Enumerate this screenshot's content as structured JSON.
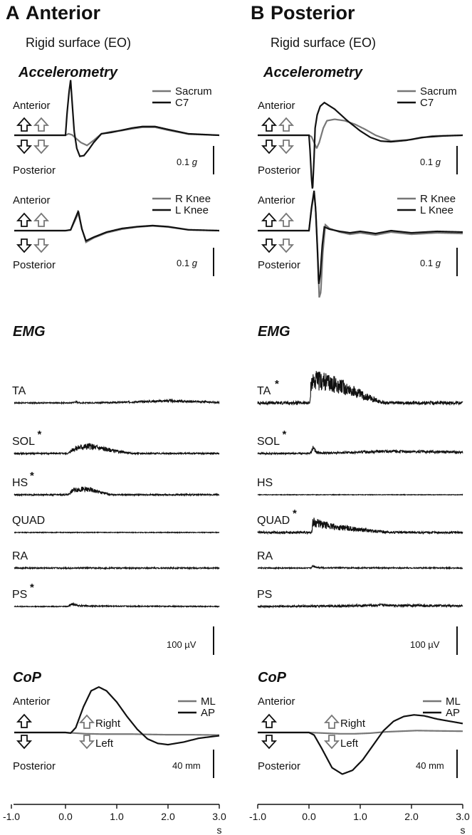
{
  "panels": [
    {
      "letter": "A",
      "title": "Anterior",
      "subtitle": "Rigid surface (EO)",
      "accel_title": "Accelerometry",
      "trunk_legend": [
        "Sacrum",
        "C7"
      ],
      "knee_legend": [
        "R Knee",
        "L Knee"
      ],
      "dir_up": "Anterior",
      "dir_down": "Posterior",
      "accel_scale": "0.1",
      "accel_unit": "g",
      "emg_title": "EMG",
      "muscles": [
        {
          "name": "TA",
          "star": ""
        },
        {
          "name": "SOL",
          "star": "*"
        },
        {
          "name": "HS",
          "star": "*"
        },
        {
          "name": "QUAD",
          "star": ""
        },
        {
          "name": "RA",
          "star": ""
        },
        {
          "name": "PS",
          "star": "*"
        }
      ],
      "emg_scale": "100 µV",
      "cop_title": "CoP",
      "cop_legend": [
        "ML",
        "AP"
      ],
      "right_label": "Right",
      "left_label": "Left",
      "cop_scale": "40 mm"
    },
    {
      "letter": "B",
      "title": "Posterior",
      "subtitle": "Rigid surface (EO)",
      "accel_title": "Accelerometry",
      "trunk_legend": [
        "Sacrum",
        "C7"
      ],
      "knee_legend": [
        "R Knee",
        "L Knee"
      ],
      "dir_up": "Anterior",
      "dir_down": "Posterior",
      "accel_scale": "0.1",
      "accel_unit": "g",
      "emg_title": "EMG",
      "muscles": [
        {
          "name": "TA",
          "star": "*"
        },
        {
          "name": "SOL",
          "star": "*"
        },
        {
          "name": "HS",
          "star": ""
        },
        {
          "name": "QUAD",
          "star": "*"
        },
        {
          "name": "RA",
          "star": ""
        },
        {
          "name": "PS",
          "star": ""
        }
      ],
      "emg_scale": "100 µV",
      "cop_title": "CoP",
      "cop_legend": [
        "ML",
        "AP"
      ],
      "right_label": "Right",
      "left_label": "Left",
      "cop_scale": "40 mm"
    }
  ],
  "chart_data": {
    "type": "line",
    "x_axis": {
      "ticks": [
        "-1.0",
        "0.0",
        "1.0",
        "2.0",
        "3.0"
      ],
      "unit": "s",
      "range": [
        -1.0,
        3.0
      ]
    },
    "colors": {
      "dark": "#111111",
      "gray": "#777777"
    },
    "accel_unit_per_scale": 0.1,
    "panels": [
      {
        "name": "Anterior",
        "trunk": [
          {
            "name": "Sacrum",
            "color": "gray",
            "x": [
              -1.0,
              0.0,
              0.06,
              0.13,
              0.2,
              0.3,
              0.42,
              0.55,
              0.7,
              0.9,
              1.1,
              1.3,
              1.5,
              1.75,
              2.0,
              2.4,
              3.0
            ],
            "y": [
              0,
              0,
              0.02,
              0.005,
              -0.04,
              -0.1,
              -0.14,
              -0.07,
              0.02,
              0.05,
              0.065,
              0.09,
              0.11,
              0.11,
              0.07,
              0.015,
              0
            ]
          },
          {
            "name": "C7",
            "color": "dark",
            "x": [
              -1.0,
              0.0,
              0.03,
              0.07,
              0.1,
              0.13,
              0.17,
              0.22,
              0.28,
              0.36,
              0.45,
              0.55,
              0.7,
              0.9,
              1.1,
              1.3,
              1.5,
              1.75,
              2.0,
              2.4,
              3.0
            ],
            "y": [
              0,
              0,
              0.3,
              0.6,
              0.76,
              0.45,
              0.05,
              -0.18,
              -0.29,
              -0.28,
              -0.2,
              -0.1,
              0.02,
              0.04,
              0.07,
              0.1,
              0.12,
              0.12,
              0.08,
              0.02,
              0
            ]
          }
        ],
        "knee": [
          {
            "name": "R Knee",
            "color": "gray",
            "x": [
              -1.0,
              0.0,
              0.1,
              0.18,
              0.25,
              0.32,
              0.4,
              0.55,
              0.8,
              1.1,
              1.4,
              1.7,
              2.0,
              2.4,
              3.0
            ],
            "y": [
              0,
              0,
              0.01,
              0.13,
              0.24,
              0.03,
              -0.16,
              -0.1,
              -0.03,
              0.02,
              0.05,
              0.065,
              0.05,
              0.01,
              0
            ]
          },
          {
            "name": "L Knee",
            "color": "dark",
            "x": [
              -1.0,
              0.0,
              0.1,
              0.18,
              0.25,
              0.32,
              0.4,
              0.55,
              0.8,
              1.1,
              1.4,
              1.7,
              2.0,
              2.4,
              3.0
            ],
            "y": [
              0,
              0,
              0.01,
              0.15,
              0.27,
              0.02,
              -0.14,
              -0.09,
              -0.02,
              0.03,
              0.055,
              0.07,
              0.055,
              0.012,
              0
            ]
          }
        ],
        "emg": [
          {
            "name": "TA",
            "noise": 0.015,
            "x": [
              -1.0,
              0.1,
              0.2,
              0.3,
              1.0,
              1.5,
              2.0,
              2.5,
              3.0
            ],
            "y": [
              0,
              0,
              0.025,
              0,
              0.01,
              0.03,
              0.05,
              0.03,
              0.01
            ]
          },
          {
            "name": "SOL",
            "noise": 0.02,
            "x": [
              -1.0,
              0.05,
              0.15,
              0.3,
              0.45,
              0.7,
              1.0,
              1.3,
              3.0
            ],
            "y": [
              0,
              0,
              0.1,
              0.15,
              0.17,
              0.12,
              0.05,
              0,
              0
            ]
          },
          {
            "name": "HS",
            "noise": 0.02,
            "x": [
              -1.0,
              0.05,
              0.15,
              0.3,
              0.5,
              0.7,
              0.9,
              3.0
            ],
            "y": [
              0,
              0,
              0.11,
              0.13,
              0.11,
              0.05,
              0,
              0
            ]
          },
          {
            "name": "QUAD",
            "noise": 0.01,
            "x": [
              -1.0,
              3.0
            ],
            "y": [
              0,
              0
            ]
          },
          {
            "name": "RA",
            "noise": 0.018,
            "x": [
              -1.0,
              3.0
            ],
            "y": [
              0,
              0
            ]
          },
          {
            "name": "PS",
            "noise": 0.012,
            "x": [
              -1.0,
              0.05,
              0.12,
              0.25,
              0.5,
              3.0
            ],
            "y": [
              0,
              0,
              0.06,
              0.02,
              0.01,
              0
            ]
          }
        ],
        "cop": [
          {
            "name": "ML",
            "color": "gray",
            "x": [
              -1.0,
              0.0,
              0.2,
              0.4,
              0.7,
              1.0,
              1.3,
              1.6,
              2.0,
              2.5,
              3.0
            ],
            "y": [
              0,
              0,
              -0.02,
              -0.04,
              -0.05,
              -0.05,
              -0.05,
              -0.06,
              -0.07,
              -0.07,
              -0.08
            ]
          },
          {
            "name": "AP",
            "color": "dark",
            "x": [
              -1.0,
              0.0,
              0.1,
              0.2,
              0.35,
              0.5,
              0.65,
              0.8,
              1.0,
              1.2,
              1.4,
              1.6,
              1.8,
              2.0,
              2.3,
              2.6,
              3.0
            ],
            "y": [
              0,
              0,
              -0.02,
              0.15,
              0.8,
              1.3,
              1.42,
              1.3,
              0.95,
              0.5,
              0.1,
              -0.2,
              -0.34,
              -0.38,
              -0.3,
              -0.18,
              -0.1
            ]
          }
        ]
      },
      {
        "name": "Posterior",
        "trunk": [
          {
            "name": "Sacrum",
            "color": "gray",
            "x": [
              -1.0,
              0.0,
              0.05,
              0.1,
              0.15,
              0.2,
              0.28,
              0.35,
              0.5,
              0.7,
              0.9,
              1.1,
              1.3,
              1.6,
              2.0,
              2.4,
              3.0
            ],
            "y": [
              0,
              0,
              -0.02,
              -0.1,
              -0.18,
              -0.1,
              0.1,
              0.2,
              0.22,
              0.2,
              0.15,
              0.08,
              0.0,
              -0.08,
              -0.06,
              -0.01,
              0
            ]
          },
          {
            "name": "C7",
            "color": "dark",
            "x": [
              -1.0,
              0.0,
              0.02,
              0.05,
              0.07,
              0.1,
              0.12,
              0.16,
              0.22,
              0.3,
              0.5,
              0.75,
              1.0,
              1.2,
              1.4,
              1.6,
              1.9,
              2.2,
              2.6,
              3.0
            ],
            "y": [
              0,
              0,
              -0.2,
              -0.6,
              -0.76,
              -0.3,
              0.1,
              0.28,
              0.4,
              0.45,
              0.36,
              0.2,
              0.06,
              -0.03,
              -0.08,
              -0.09,
              -0.07,
              -0.03,
              -0.01,
              0
            ]
          }
        ],
        "knee": [
          {
            "name": "R Knee",
            "color": "gray",
            "x": [
              -1.0,
              0.0,
              0.05,
              0.1,
              0.13,
              0.17,
              0.2,
              0.23,
              0.27,
              0.32,
              0.4,
              0.6,
              0.8,
              1.0,
              1.3,
              1.6,
              2.0,
              2.5,
              3.0
            ],
            "y": [
              0,
              0,
              0.3,
              0.52,
              0.3,
              -0.3,
              -0.92,
              -0.85,
              -0.3,
              0.08,
              0.03,
              -0.02,
              -0.05,
              -0.03,
              -0.06,
              -0.02,
              -0.05,
              -0.03,
              -0.04
            ]
          },
          {
            "name": "L Knee",
            "color": "dark",
            "x": [
              -1.0,
              0.0,
              0.05,
              0.1,
              0.13,
              0.17,
              0.19,
              0.22,
              0.26,
              0.3,
              0.4,
              0.6,
              0.8,
              1.0,
              1.3,
              1.6,
              2.0,
              2.5,
              3.0
            ],
            "y": [
              0,
              0,
              0.32,
              0.55,
              0.3,
              -0.35,
              -0.75,
              -0.6,
              -0.2,
              0.05,
              0.02,
              -0.01,
              -0.03,
              -0.01,
              -0.04,
              0.0,
              -0.03,
              -0.01,
              -0.02
            ]
          }
        ],
        "emg": [
          {
            "name": "TA",
            "noise": 0.045,
            "x": [
              -1.0,
              0.02,
              0.04,
              0.15,
              0.35,
              0.55,
              0.75,
              1.0,
              1.3,
              1.5,
              3.0
            ],
            "y": [
              0,
              0,
              0.48,
              0.52,
              0.48,
              0.42,
              0.33,
              0.2,
              0.06,
              0,
              0
            ]
          },
          {
            "name": "SOL",
            "noise": 0.02,
            "x": [
              -1.0,
              0.02,
              0.08,
              0.15,
              0.25,
              0.5,
              1.0,
              1.5,
              2.0,
              2.5,
              3.0
            ],
            "y": [
              0,
              0,
              0.12,
              0.04,
              0.01,
              0.01,
              0.03,
              0.05,
              0.04,
              0.04,
              0.03
            ]
          },
          {
            "name": "HS",
            "noise": 0.008,
            "x": [
              -1.0,
              3.0
            ],
            "y": [
              0,
              0
            ]
          },
          {
            "name": "QUAD",
            "noise": 0.03,
            "x": [
              -1.0,
              0.05,
              0.08,
              0.15,
              0.3,
              0.5,
              0.8,
              1.1,
              1.4,
              1.6,
              3.0
            ],
            "y": [
              0,
              0,
              0.25,
              0.22,
              0.17,
              0.13,
              0.09,
              0.05,
              0.02,
              0,
              0
            ]
          },
          {
            "name": "RA",
            "noise": 0.015,
            "x": [
              -1.0,
              0.03,
              0.08,
              0.15,
              0.3,
              3.0
            ],
            "y": [
              0,
              0,
              0.05,
              0.02,
              0.005,
              0
            ]
          },
          {
            "name": "PS",
            "noise": 0.025,
            "x": [
              -1.0,
              0.5,
              1.0,
              1.5,
              2.0,
              2.5,
              3.0
            ],
            "y": [
              0,
              0.01,
              0.02,
              0.03,
              0.02,
              0.02,
              0.01
            ]
          }
        ],
        "cop": [
          {
            "name": "ML",
            "color": "gray",
            "x": [
              -1.0,
              0.0,
              0.3,
              0.6,
              0.9,
              1.2,
              1.5,
              1.8,
              2.1,
              2.5,
              3.0
            ],
            "y": [
              0,
              0,
              -0.02,
              -0.04,
              -0.04,
              -0.02,
              0.02,
              0.04,
              0.06,
              0.05,
              0.04
            ]
          },
          {
            "name": "AP",
            "color": "dark",
            "x": [
              -1.0,
              0.0,
              0.1,
              0.25,
              0.45,
              0.65,
              0.85,
              1.05,
              1.25,
              1.45,
              1.65,
              1.85,
              2.05,
              2.25,
              2.5,
              2.75,
              3.0
            ],
            "y": [
              0,
              0,
              -0.08,
              -0.5,
              -1.1,
              -1.3,
              -1.18,
              -0.85,
              -0.4,
              0.05,
              0.35,
              0.5,
              0.55,
              0.52,
              0.42,
              0.35,
              0.28
            ]
          }
        ]
      }
    ]
  }
}
